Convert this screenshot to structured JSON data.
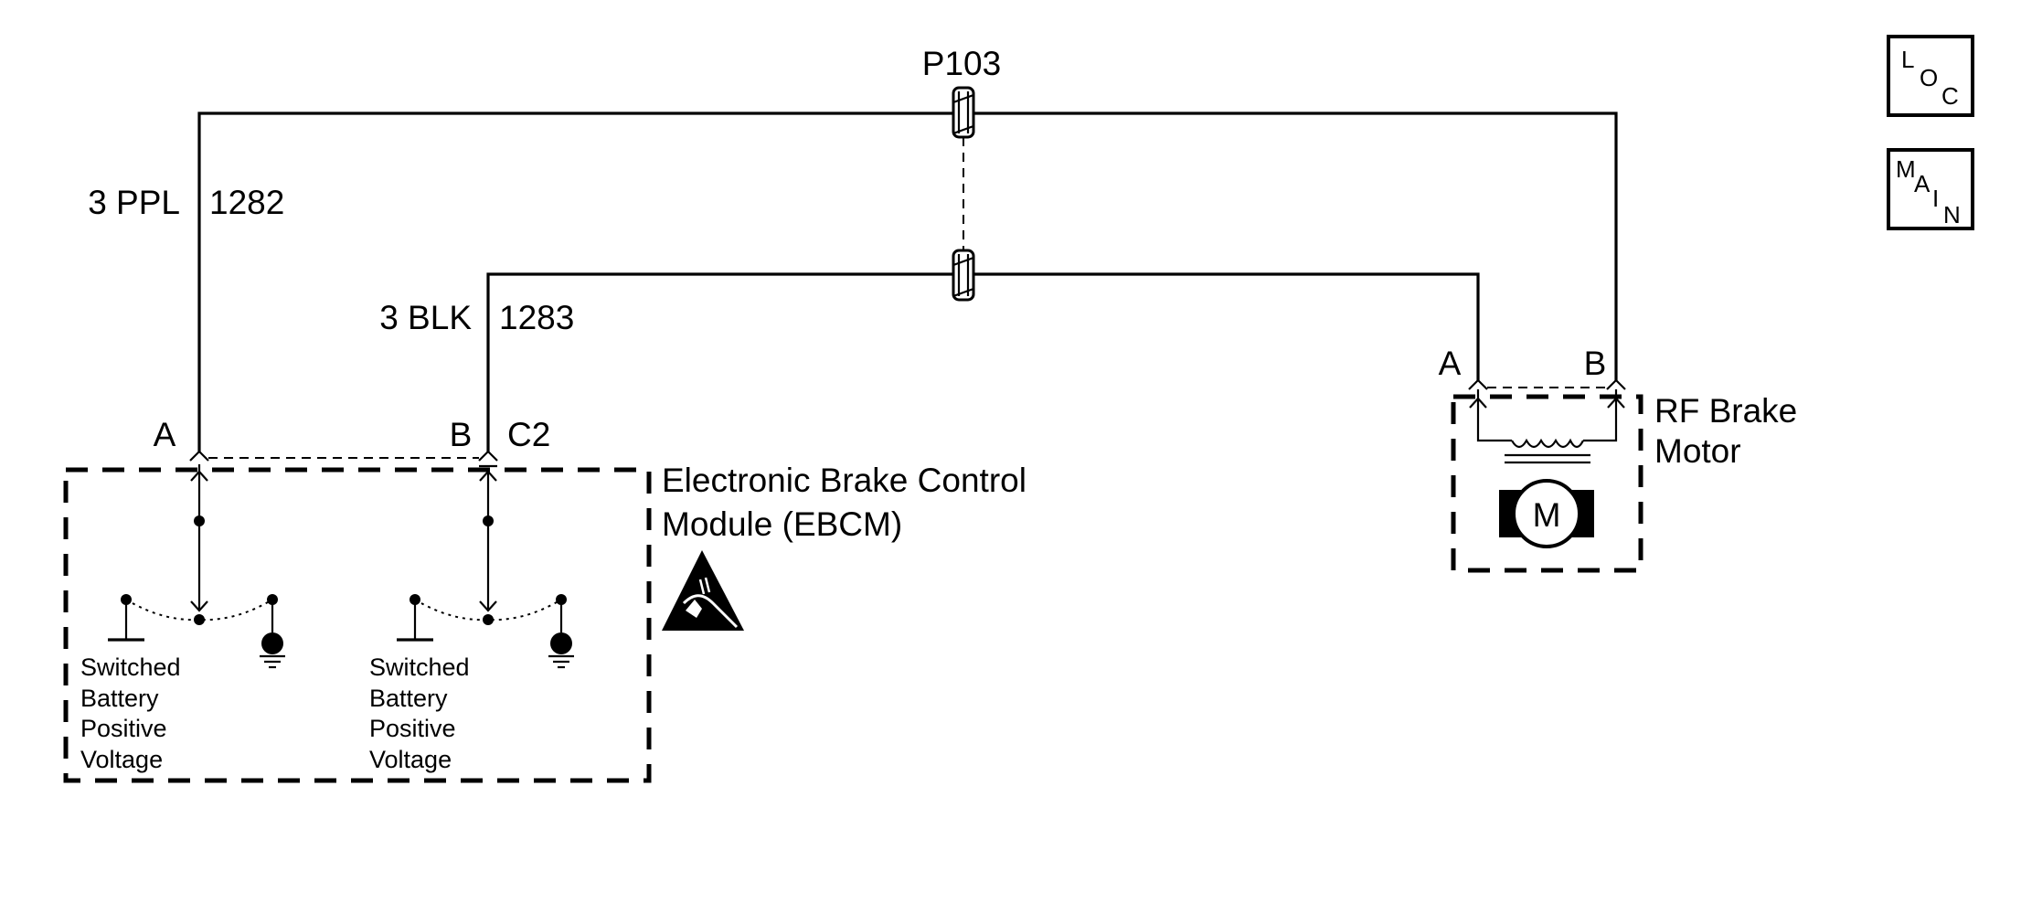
{
  "splice": {
    "name": "P103"
  },
  "wires": [
    {
      "gauge_color": "3 PPL",
      "circuit": "1282"
    },
    {
      "gauge_color": "3 BLK",
      "circuit": "1283"
    }
  ],
  "ebcm": {
    "connector": "C2",
    "pin_a": "A",
    "pin_b": "B",
    "title_line1": "Electronic Brake Control",
    "title_line2": "Module (EBCM)",
    "switch_label": [
      "Switched",
      "Battery",
      "Positive",
      "Voltage"
    ],
    "esd_icon": "esd-warning-icon"
  },
  "motor": {
    "pin_a": "A",
    "pin_b": "B",
    "title_line1": "RF Brake",
    "title_line2": "Motor",
    "symbol": "M"
  },
  "nav": {
    "loc": {
      "l": "L",
      "o": "O",
      "c": "C"
    },
    "main": {
      "m": "M",
      "a": "A",
      "i": "I",
      "n": "N"
    }
  }
}
